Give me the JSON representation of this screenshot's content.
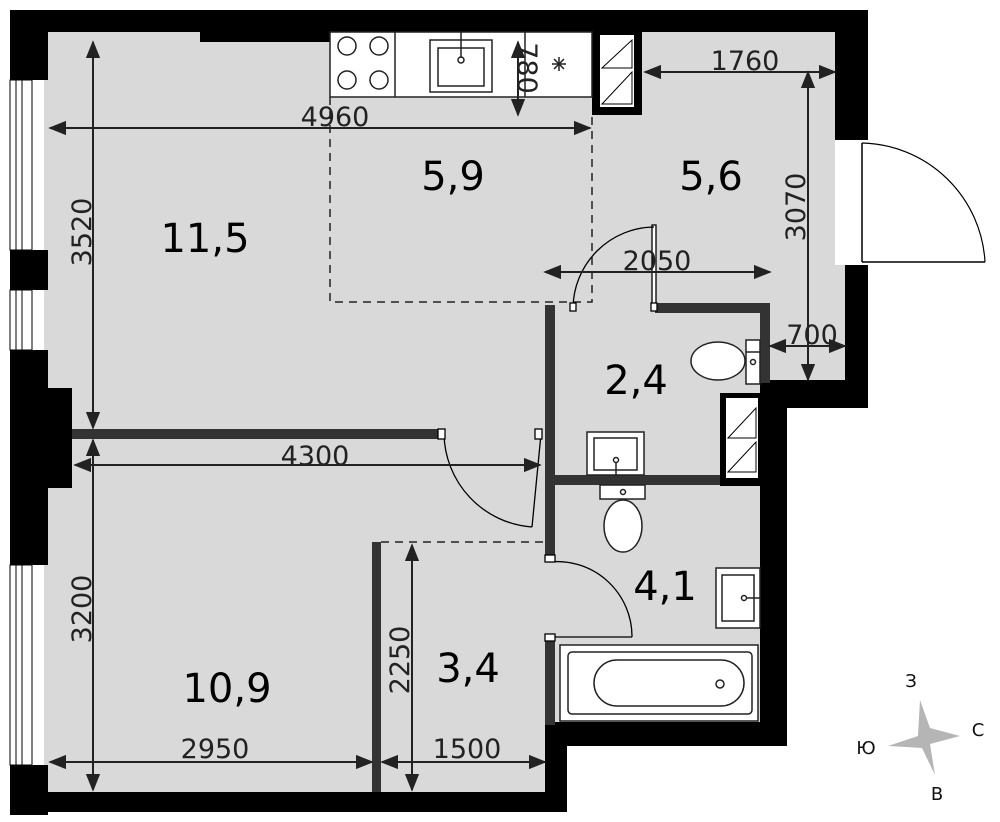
{
  "plan": {
    "rooms": [
      {
        "id": "living",
        "area": "11,5"
      },
      {
        "id": "kitchen",
        "area": "5,9"
      },
      {
        "id": "hall",
        "area": "5,6"
      },
      {
        "id": "wc",
        "area": "2,4"
      },
      {
        "id": "bath",
        "area": "4,1"
      },
      {
        "id": "bedroom",
        "area": "10,9"
      },
      {
        "id": "corridor",
        "area": "3,4"
      }
    ],
    "dimensions": {
      "d4960": "4960",
      "d3520": "3520",
      "d780": "780",
      "d1760": "1760",
      "d3070": "3070",
      "d2050": "2050",
      "d700": "700",
      "d4300": "4300",
      "d3200": "3200",
      "d2250": "2250",
      "d2950": "2950",
      "d1500": "1500"
    },
    "compass": {
      "north": "З",
      "east": "С",
      "south": "В",
      "west": "Ю"
    },
    "colors": {
      "floor": "#d9d9d9",
      "wall": "#000000",
      "partition": "#333333"
    }
  }
}
